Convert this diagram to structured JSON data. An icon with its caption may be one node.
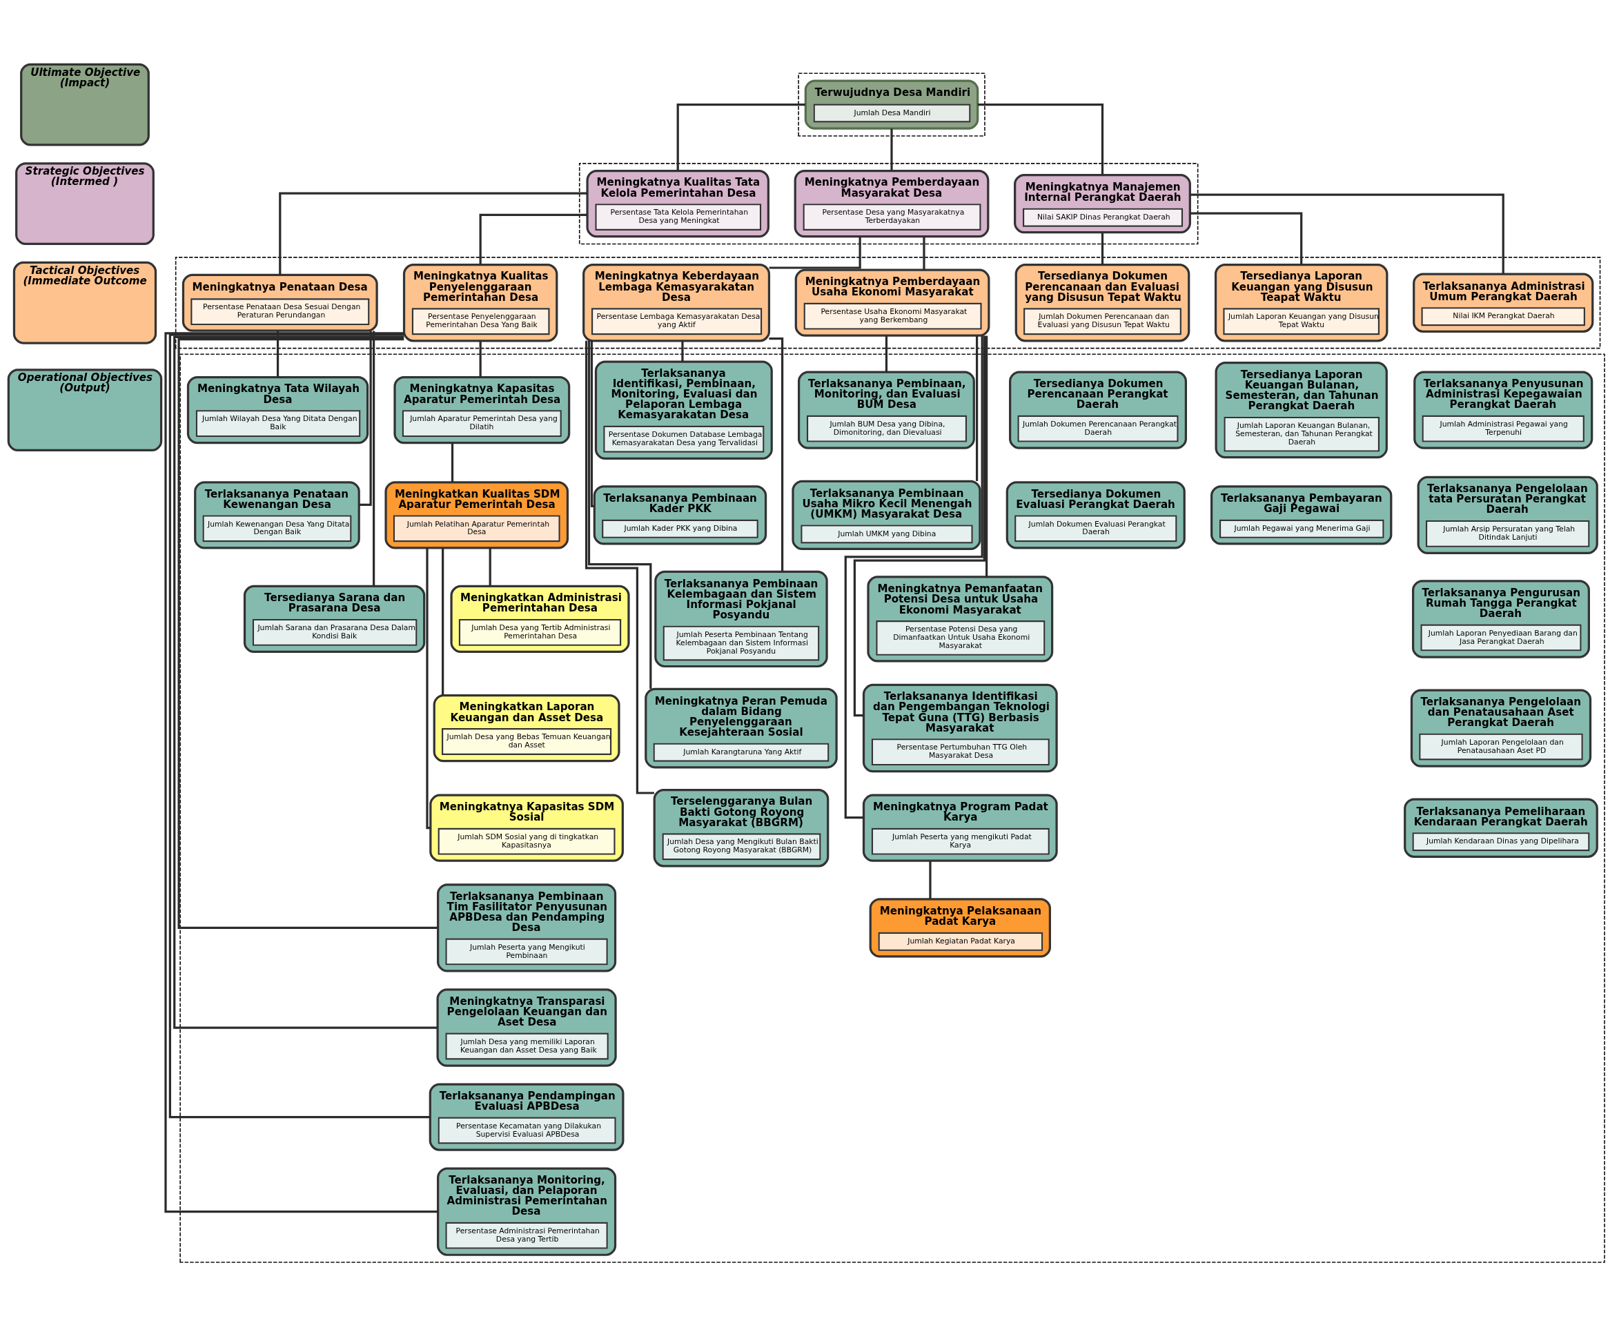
{
  "diagram": {
    "nodes": [
      {
        "text": [
          "Ultimate Objective (Impact)"
        ]
      },
      {
        "text": [],
        "shape": "band"
      },
      {
        "text": [
          "Terwujudnya Desa Mandiri",
          "Jumlah Desa Mandiri"
        ],
        "in": 1
      },
      {
        "text": [
          "Strategic Objectives (Intermed )"
        ]
      },
      {
        "text": [],
        "shape": "band"
      },
      {
        "text": [
          "Meningkatnya Kualitas Tata Kelola Pemerintahan Desa",
          "Persentase Tata Kelola Pemerintahan Desa yang Meningkat"
        ],
        "in": 4
      },
      {
        "text": [
          "Meningkatnya Pemberdayaan Masyarakat Desa",
          "Persentase Desa yang Masyarakatnya Terberdayakan"
        ],
        "in": 4
      },
      {
        "text": [
          "Meningkatnya Manajemen Internal Perangkat Daerah",
          "Nilai SAKIP Dinas Perangkat Daerah"
        ],
        "in": 4
      },
      {
        "text": [
          "Tactical Objectives (Immediate Outcome"
        ]
      },
      {
        "text": [],
        "shape": "band"
      },
      {
        "text": [
          "Meningkatnya Penataan Desa",
          "Persentase Penataan Desa Sesuai Dengan Peraturan Perundangan"
        ],
        "in": 9
      },
      {
        "text": [
          "Meningkatnya Kualitas Penyelenggaraan Pemerintahan Desa",
          "Persentase Penyelenggaraan Pemerintahan Desa Yang Baik"
        ],
        "in": 9
      },
      {
        "text": [
          "Meningkatnya Keberdayaan Lembaga Kemasyarakatan Desa",
          "Persentase Lembaga Kemasyarakatan Desa yang Aktif"
        ],
        "in": 9
      },
      {
        "text": [
          "Meningkatnya Pemberdayaan Usaha Ekonomi Masyarakat",
          "Persentase Usaha Ekonomi Masyarakat yang Berkembang"
        ],
        "in": 9
      },
      {
        "text": [
          "Tersedianya Dokumen Perencanaan dan Evaluasi yang Disusun Tepat Waktu",
          "Jumlah Dokumen Perencanaan dan Evaluasi yang Disusun Tepat Waktu"
        ],
        "in": 9
      },
      {
        "text": [
          "Tersedianya Laporan Keuangan yang Disusun Teapat Waktu",
          "Jumlah Laporan Keuangan yang Disusun Tepat Waktu"
        ],
        "in": 9
      },
      {
        "text": [
          "Terlaksananya Administrasi Umum Perangkat Daerah",
          "Nilai IKM Perangkat Daerah"
        ],
        "in": 9
      },
      {
        "text": [
          "Operational Objectives (Output)"
        ]
      },
      {
        "text": [],
        "shape": "band"
      },
      {
        "text": [
          "Meningkatnya Tata Wilayah Desa",
          "Jumlah Wilayah Desa Yang Ditata Dengan Baik"
        ],
        "in": 18
      },
      {
        "text": [
          "Terlaksananya Penataan Kewenangan Desa",
          "Jumlah Kewenangan Desa Yang Ditata Dengan Baik"
        ],
        "in": 18
      },
      {
        "text": [
          "Tersedianya Sarana dan Prasarana Desa",
          "Jumlah Sarana dan Prasarana Desa Dalam Kondisi Baik"
        ],
        "in": 18
      },
      {
        "text": [
          "Meningkatnya Kapasitas Aparatur Pemerintah Desa",
          "Jumlah Aparatur Pemerintah Desa yang Dilatih"
        ],
        "in": 18
      },
      {
        "text": [
          "Meningkatkan Kualitas SDM Aparatur Pemerintah Desa",
          "Jumlah Pelatihan Aparatur Pemerintah Desa"
        ],
        "in": 18
      },
      {
        "text": [
          "Meningkatkan Administrasi Pemerintahan Desa",
          "Jumlah Desa yang Tertib Administrasi Pemerintahan Desa"
        ],
        "in": 18
      },
      {
        "text": [
          "Meningkatkan Laporan Keuangan dan Asset Desa",
          "Jumlah Desa yang Bebas Temuan Keuangan dan Asset"
        ],
        "in": 18
      },
      {
        "text": [
          "Meningkatnya Kapasitas SDM Sosial",
          "Jumlah SDM Sosial yang di tingkatkan Kapasitasnya"
        ],
        "in": 18
      },
      {
        "text": [
          "Terlaksananya Pembinaan Tim Fasilitator Penyusunan APBDesa dan Pendamping Desa",
          "Jumlah Peserta yang Mengikuti Pembinaan"
        ],
        "in": 18
      },
      {
        "text": [
          "Meningkatnya Transparasi Pengelolaan Keuangan dan Aset Desa",
          "Jumlah Desa yang memiliki Laporan Keuangan dan Asset Desa yang Baik"
        ],
        "in": 18
      },
      {
        "text": [
          "Terlaksananya Pendampingan Evaluasi APBDesa",
          "Persentase Kecamatan yang Dilakukan Supervisi Evaluasi APBDesa"
        ],
        "in": 18
      },
      {
        "text": [
          "Terlaksananya Monitoring, Evaluasi, dan Pelaporan Administrasi Pemerintahan Desa",
          "Persentase Administrasi Pemerintahan Desa yang Tertib"
        ],
        "in": 18
      },
      {
        "text": [
          "Terlaksananya Identifikasi, Pembinaan, Monitoring, Evaluasi dan Pelaporan Lembaga Kemasyarakatan Desa",
          "Persentase Dokumen Database Lembaga Kemasyarakatan Desa yang Tervalidasi"
        ],
        "in": 18
      },
      {
        "text": [
          "Terlaksananya Pembinaan Kader PKK",
          "Jumlah Kader PKK yang Dibina"
        ],
        "in": 18
      },
      {
        "text": [
          "Terlaksananya Pembinaan Kelembagaan dan Sistem Informasi Pokjanal Posyandu",
          "Jumlah Peserta Pembinaan Tentang Kelembagaan dan Sistem Informasi Pokjanal Posyandu"
        ],
        "in": 18
      },
      {
        "text": [
          "Meningkatnya Peran Pemuda dalam Bidang Penyelenggaraan Kesejahteraan Sosial",
          "Jumlah Karangtaruna Yang Aktif"
        ],
        "in": 18
      },
      {
        "text": [
          "Terselenggaranya Bulan Bakti Gotong Royong Masyarakat (BBGRM)",
          "Jumlah Desa yang Mengikuti Bulan Bakti Gotong Royong Masyarakat (BBGRM)"
        ],
        "in": 18
      },
      {
        "text": [
          "Terlaksananya Pembinaan, Monitoring, dan Evaluasi BUM Desa",
          "Jumlah BUM Desa yang Dibina, Dimonitoring, dan Dievaluasi"
        ],
        "in": 18
      },
      {
        "text": [
          "Terlaksananya Pembinaan Usaha Mikro Kecil Menengah (UMKM) Masyarakat Desa",
          "Jumlah UMKM yang Dibina"
        ],
        "in": 18
      },
      {
        "text": [
          "Meningkatnya Pemanfaatan Potensi Desa untuk Usaha Ekonomi Masyarakat",
          "Persentase Potensi Desa yang Dimanfaatkan Untuk Usaha Ekonomi Masyarakat"
        ],
        "in": 18
      },
      {
        "text": [
          "Terlaksananya Identifikasi dan Pengembangan Teknologi Tepat Guna (TTG) Berbasis Masyarakat",
          "Persentase Pertumbuhan TTG Oleh Masyarakat Desa"
        ],
        "in": 18
      },
      {
        "text": [
          "Meningkatnya Program Padat Karya",
          "Jumlah Peserta yang mengikuti Padat Karya"
        ],
        "in": 18
      },
      {
        "text": [
          "Meningkatnya Pelaksanaan Padat Karya",
          "Jumlah Kegiatan Padat Karya"
        ],
        "in": 18
      },
      {
        "text": [
          "Tersedianya Dokumen Perencanaan Perangkat Daerah",
          "Jumlah Dokumen Perencanaan Perangkat Daerah"
        ],
        "in": 18
      },
      {
        "text": [
          "Tersedianya Dokumen Evaluasi Perangkat Daerah",
          "Jumlah Dokumen Evaluasi Perangkat Daerah"
        ],
        "in": 18
      },
      {
        "text": [
          "Tersedianya Laporan Keuangan Bulanan, Semesteran, dan Tahunan Perangkat Daerah",
          "Jumlah Laporan Keuangan Bulanan, Semesteran, dan Tahunan Perangkat Daerah"
        ],
        "in": 18
      },
      {
        "text": [
          "Terlaksananya Pembayaran Gaji Pegawai",
          "Jumlah Pegawai yang Menerima Gaji"
        ],
        "in": 18
      },
      {
        "text": [
          "Terlaksananya Penyusunan Administrasi Kepegawaian Perangkat Daerah",
          "Jumlah Administrasi Pegawai yang Terpenuhi"
        ],
        "in": 18
      },
      {
        "text": [
          "Terlaksananya Pengelolaan tata Persuratan Perangkat Daerah",
          "Jumlah Arsip Persuratan yang Telah Ditindak Lanjuti"
        ],
        "in": 18
      },
      {
        "text": [
          "Terlaksananya Pengurusan Rumah Tangga Perangkat Daerah",
          "Jumlah Laporan Penyediaan Barang dan Jasa Perangkat Daerah"
        ],
        "in": 18
      },
      {
        "text": [
          "Terlaksananya Pengelolaan dan Penatausahaan Aset Perangkat Daerah",
          "Jumlah Laporan Pengelolaan dan Penatausahaan Aset PD"
        ],
        "in": 18
      },
      {
        "text": [
          "Terlaksananya Pemeliharaan Kendaraan Perangkat Daerah",
          "Jumlah Kendaraan Dinas yang Dipelihara"
        ],
        "in": 18
      }
    ],
    "edges": [
      {
        "from": 2,
        "to": 5,
        "arrow": "none"
      },
      {
        "from": 2,
        "to": 6,
        "arrow": "none"
      },
      {
        "from": 2,
        "to": 7,
        "arrow": "none"
      },
      {
        "from": 5,
        "to": 10,
        "arrow": "none"
      },
      {
        "from": 5,
        "to": 11,
        "arrow": "none"
      },
      {
        "from": 6,
        "to": 12,
        "arrow": "none"
      },
      {
        "from": 6,
        "to": 13,
        "arrow": "none"
      },
      {
        "from": 7,
        "to": 14,
        "arrow": "none"
      },
      {
        "from": 7,
        "to": 15,
        "arrow": "none"
      },
      {
        "from": 7,
        "to": 16,
        "arrow": "none"
      },
      {
        "from": 10,
        "to": 19,
        "arrow": "none"
      },
      {
        "from": 10,
        "to": 20,
        "arrow": "none"
      },
      {
        "from": 10,
        "to": 21,
        "arrow": "none"
      },
      {
        "from": 11,
        "to": 22,
        "arrow": "none"
      },
      {
        "from": 22,
        "to": 23,
        "arrow": "none"
      },
      {
        "from": 23,
        "to": 24,
        "arrow": "none"
      },
      {
        "from": 23,
        "to": 25,
        "arrow": "none"
      },
      {
        "from": 23,
        "to": 26,
        "arrow": "none"
      },
      {
        "from": 11,
        "to": 27,
        "arrow": "none"
      },
      {
        "from": 11,
        "to": 28,
        "arrow": "none"
      },
      {
        "from": 11,
        "to": 29,
        "arrow": "none"
      },
      {
        "from": 11,
        "to": 30,
        "arrow": "none"
      },
      {
        "from": 12,
        "to": 31,
        "arrow": "none"
      },
      {
        "from": 12,
        "to": 32,
        "arrow": "none"
      },
      {
        "from": 12,
        "to": 33,
        "arrow": "none"
      },
      {
        "from": 12,
        "to": 34,
        "arrow": "none"
      },
      {
        "from": 12,
        "to": 35,
        "arrow": "none"
      },
      {
        "from": 13,
        "to": 36,
        "arrow": "none"
      },
      {
        "from": 13,
        "to": 37,
        "arrow": "none"
      },
      {
        "from": 13,
        "to": 38,
        "arrow": "none"
      },
      {
        "from": 13,
        "to": 39,
        "arrow": "none"
      },
      {
        "from": 13,
        "to": 40,
        "arrow": "none"
      },
      {
        "from": 40,
        "to": 41,
        "arrow": "none"
      }
    ]
  }
}
